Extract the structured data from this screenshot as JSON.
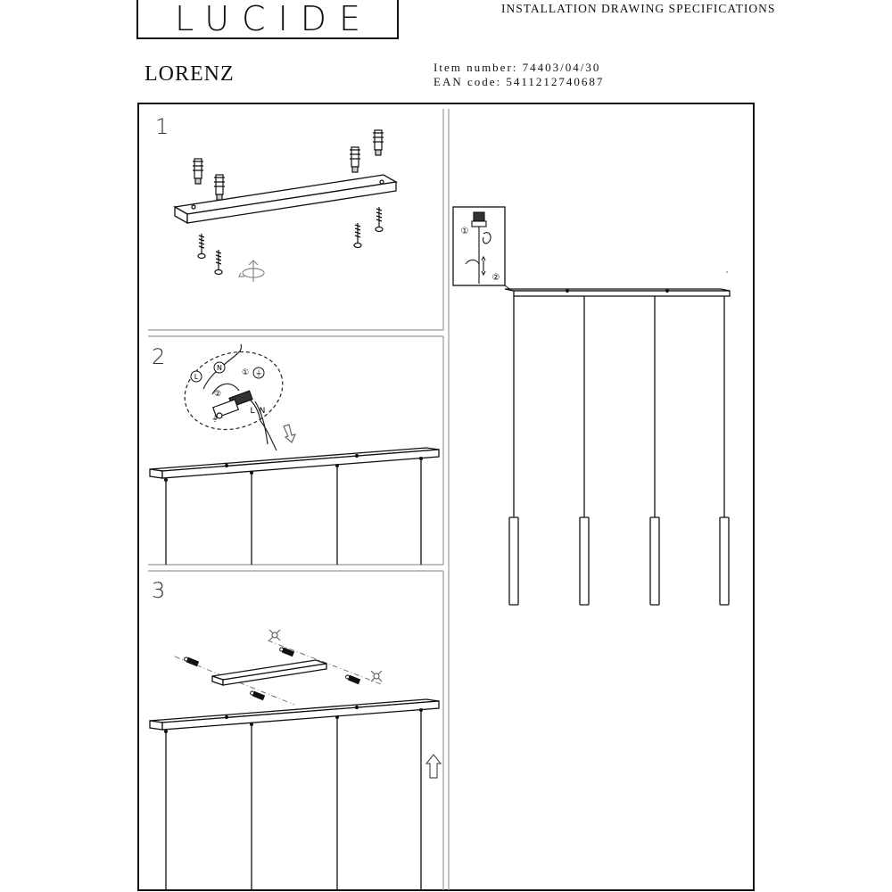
{
  "header": {
    "brand": "LUCIDE",
    "title": "INSTALLATION DRAWING SPECIFICATIONS"
  },
  "product": {
    "name": "LORENZ",
    "item_number_label": "Item number:",
    "item_number": "74403/04/30",
    "ean_label": "EAN code:",
    "ean": "5411212740687"
  },
  "steps": [
    {
      "number": "1"
    },
    {
      "number": "2"
    },
    {
      "number": "3"
    }
  ],
  "wiring_labels": {
    "live": "L",
    "neutral": "N",
    "earth": "⏚",
    "circle_1": "①",
    "circle_2": "②"
  },
  "inset_labels": {
    "step_a": "①",
    "step_b": "②"
  }
}
